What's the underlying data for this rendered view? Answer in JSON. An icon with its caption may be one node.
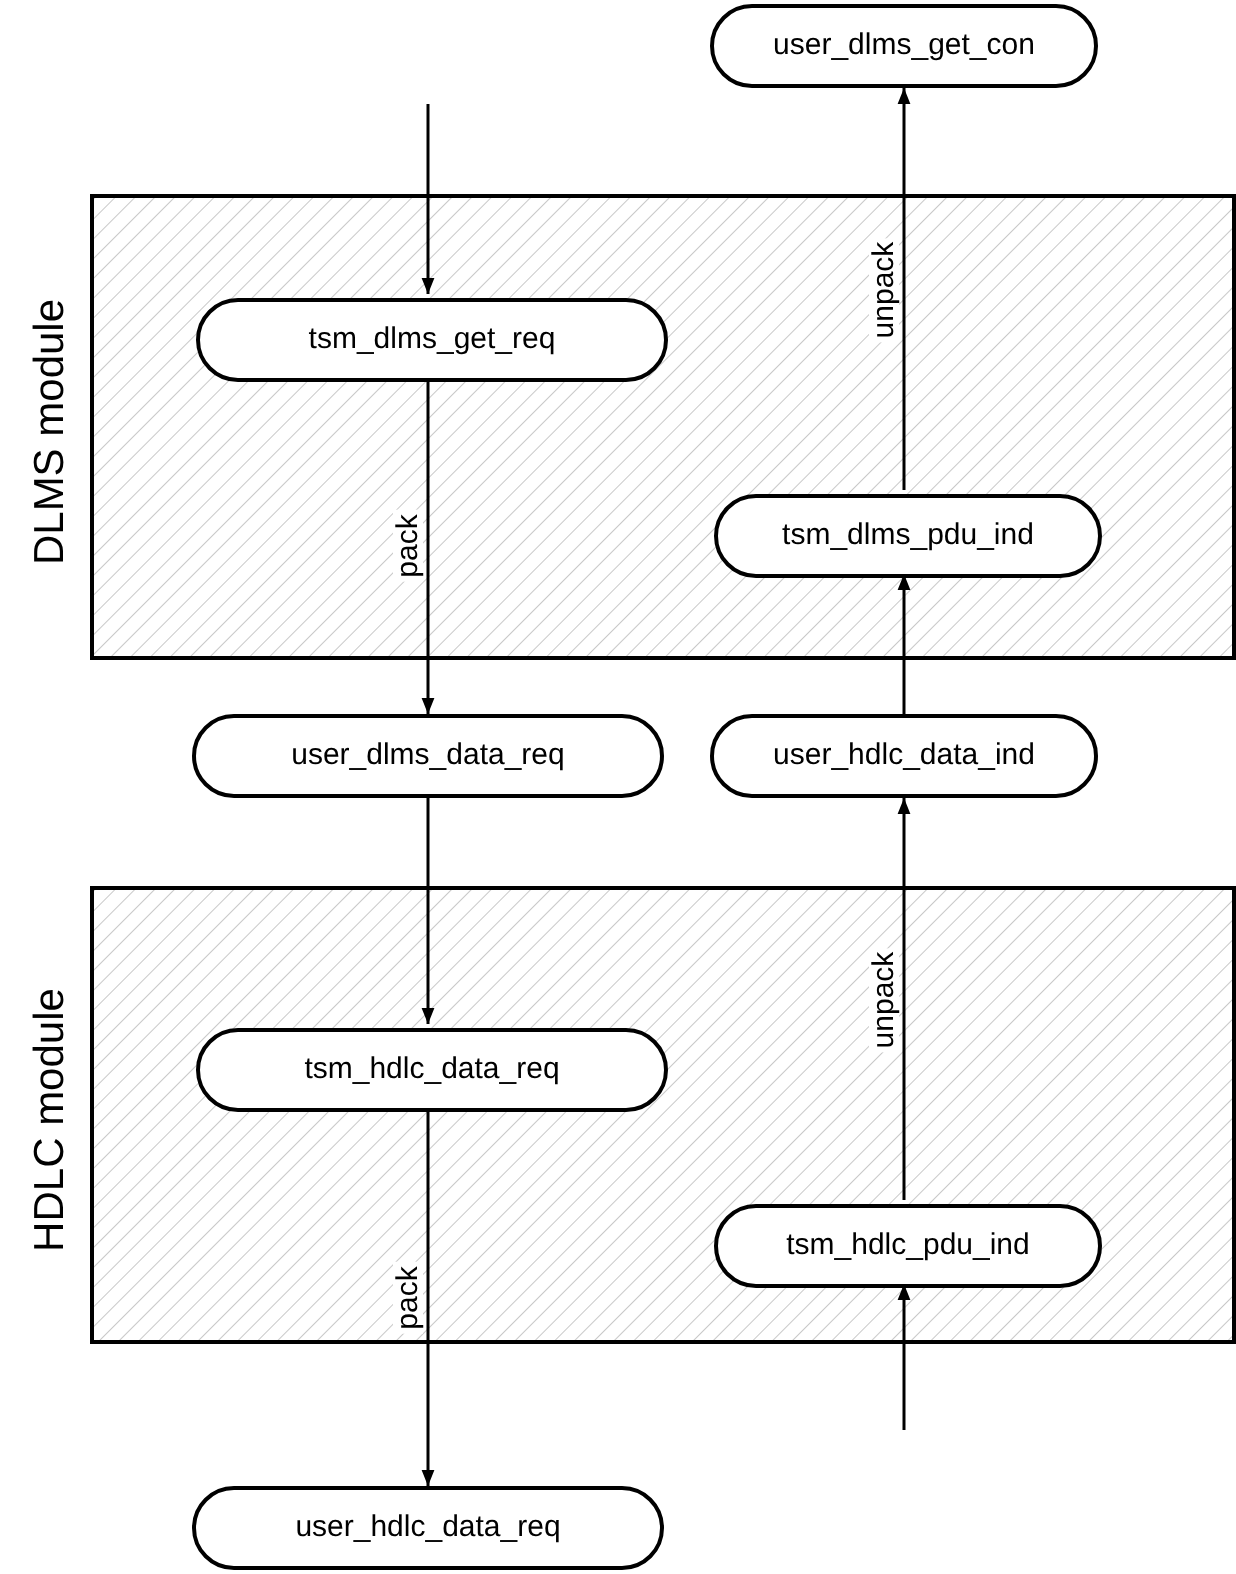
{
  "diagram": {
    "nodes": [
      {
        "text": [
          "user_dlms_get_con"
        ]
      },
      {
        "text": [
          "DLMS module"
        ]
      },
      {
        "text": [
          "tsm_dlms_get_req"
        ],
        "in": 1
      },
      {
        "text": [
          "tsm_dlms_pdu_ind"
        ],
        "in": 1
      },
      {
        "text": [
          "user_dlms_data_req"
        ]
      },
      {
        "text": [
          "user_hdlc_data_ind"
        ]
      },
      {
        "text": [
          "HDLC module"
        ]
      },
      {
        "text": [
          "tsm_hdlc_data_req"
        ],
        "in": 6
      },
      {
        "text": [
          "tsm_hdlc_pdu_ind"
        ],
        "in": 6
      },
      {
        "text": [
          "user_hdlc_data_req"
        ]
      }
    ],
    "edges": [
      {
        "from": null,
        "to": 2,
        "arrow": "to"
      },
      {
        "from": 2,
        "to": 4,
        "arrow": "to",
        "label": "pack"
      },
      {
        "from": 4,
        "to": 7,
        "arrow": "to"
      },
      {
        "from": 7,
        "to": 9,
        "arrow": "to",
        "label": "pack"
      },
      {
        "from": null,
        "to": 8,
        "arrow": "to"
      },
      {
        "from": 8,
        "to": 5,
        "arrow": "to",
        "label": "unpack"
      },
      {
        "from": 5,
        "to": 3,
        "arrow": "to"
      },
      {
        "from": 3,
        "to": 0,
        "arrow": "to",
        "label": "unpack"
      }
    ]
  }
}
